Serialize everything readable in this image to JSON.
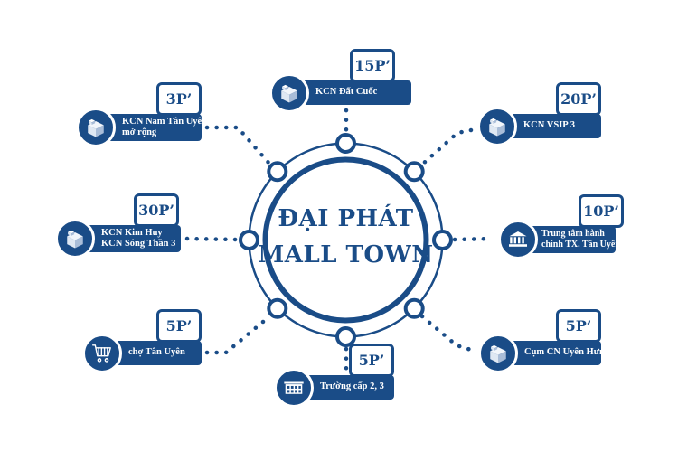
{
  "colors": {
    "primary": "#1a4c87",
    "background": "#ffffff",
    "icon_shade_light": "#dfe8f3",
    "icon_shade_mid": "#a9bdd8"
  },
  "center": {
    "line1": "ĐẠI PHÁT",
    "line2": "MALL TOWN"
  },
  "locations": [
    {
      "id": "kcn-nam-tan-uyen",
      "lines": [
        "KCN Nam Tân Uyên",
        "mở rộng"
      ],
      "time": "3P’",
      "icon": "factory-icon"
    },
    {
      "id": "kcn-dat-cuoc",
      "lines": [
        "KCN Đất Cuốc",
        ""
      ],
      "time": "15P’",
      "icon": "factory-icon"
    },
    {
      "id": "kcn-vsip-3",
      "lines": [
        "KCN VSIP 3",
        ""
      ],
      "time": "20P’",
      "icon": "factory-icon"
    },
    {
      "id": "kcn-kim-huy",
      "lines": [
        "KCN Kim Huy",
        "KCN Sóng Thần 3"
      ],
      "time": "30P’",
      "icon": "factory-icon"
    },
    {
      "id": "trung-tam-hanh-chinh",
      "lines": [
        "Trung tâm hành",
        "chính TX. Tân Uyên"
      ],
      "time": "10P’",
      "icon": "government-building-icon"
    },
    {
      "id": "cho-tan-uyen",
      "lines": [
        "chợ Tân Uyên",
        ""
      ],
      "time": "5P’",
      "icon": "shopping-cart-icon"
    },
    {
      "id": "truong-cap-2-3",
      "lines": [
        "Trường cấp 2, 3",
        ""
      ],
      "time": "5P’",
      "icon": "school-icon"
    },
    {
      "id": "cum-cn-uyen-hung",
      "lines": [
        "Cụm CN Uyên Hưng",
        ""
      ],
      "time": "5P’",
      "icon": "factory-icon"
    }
  ]
}
